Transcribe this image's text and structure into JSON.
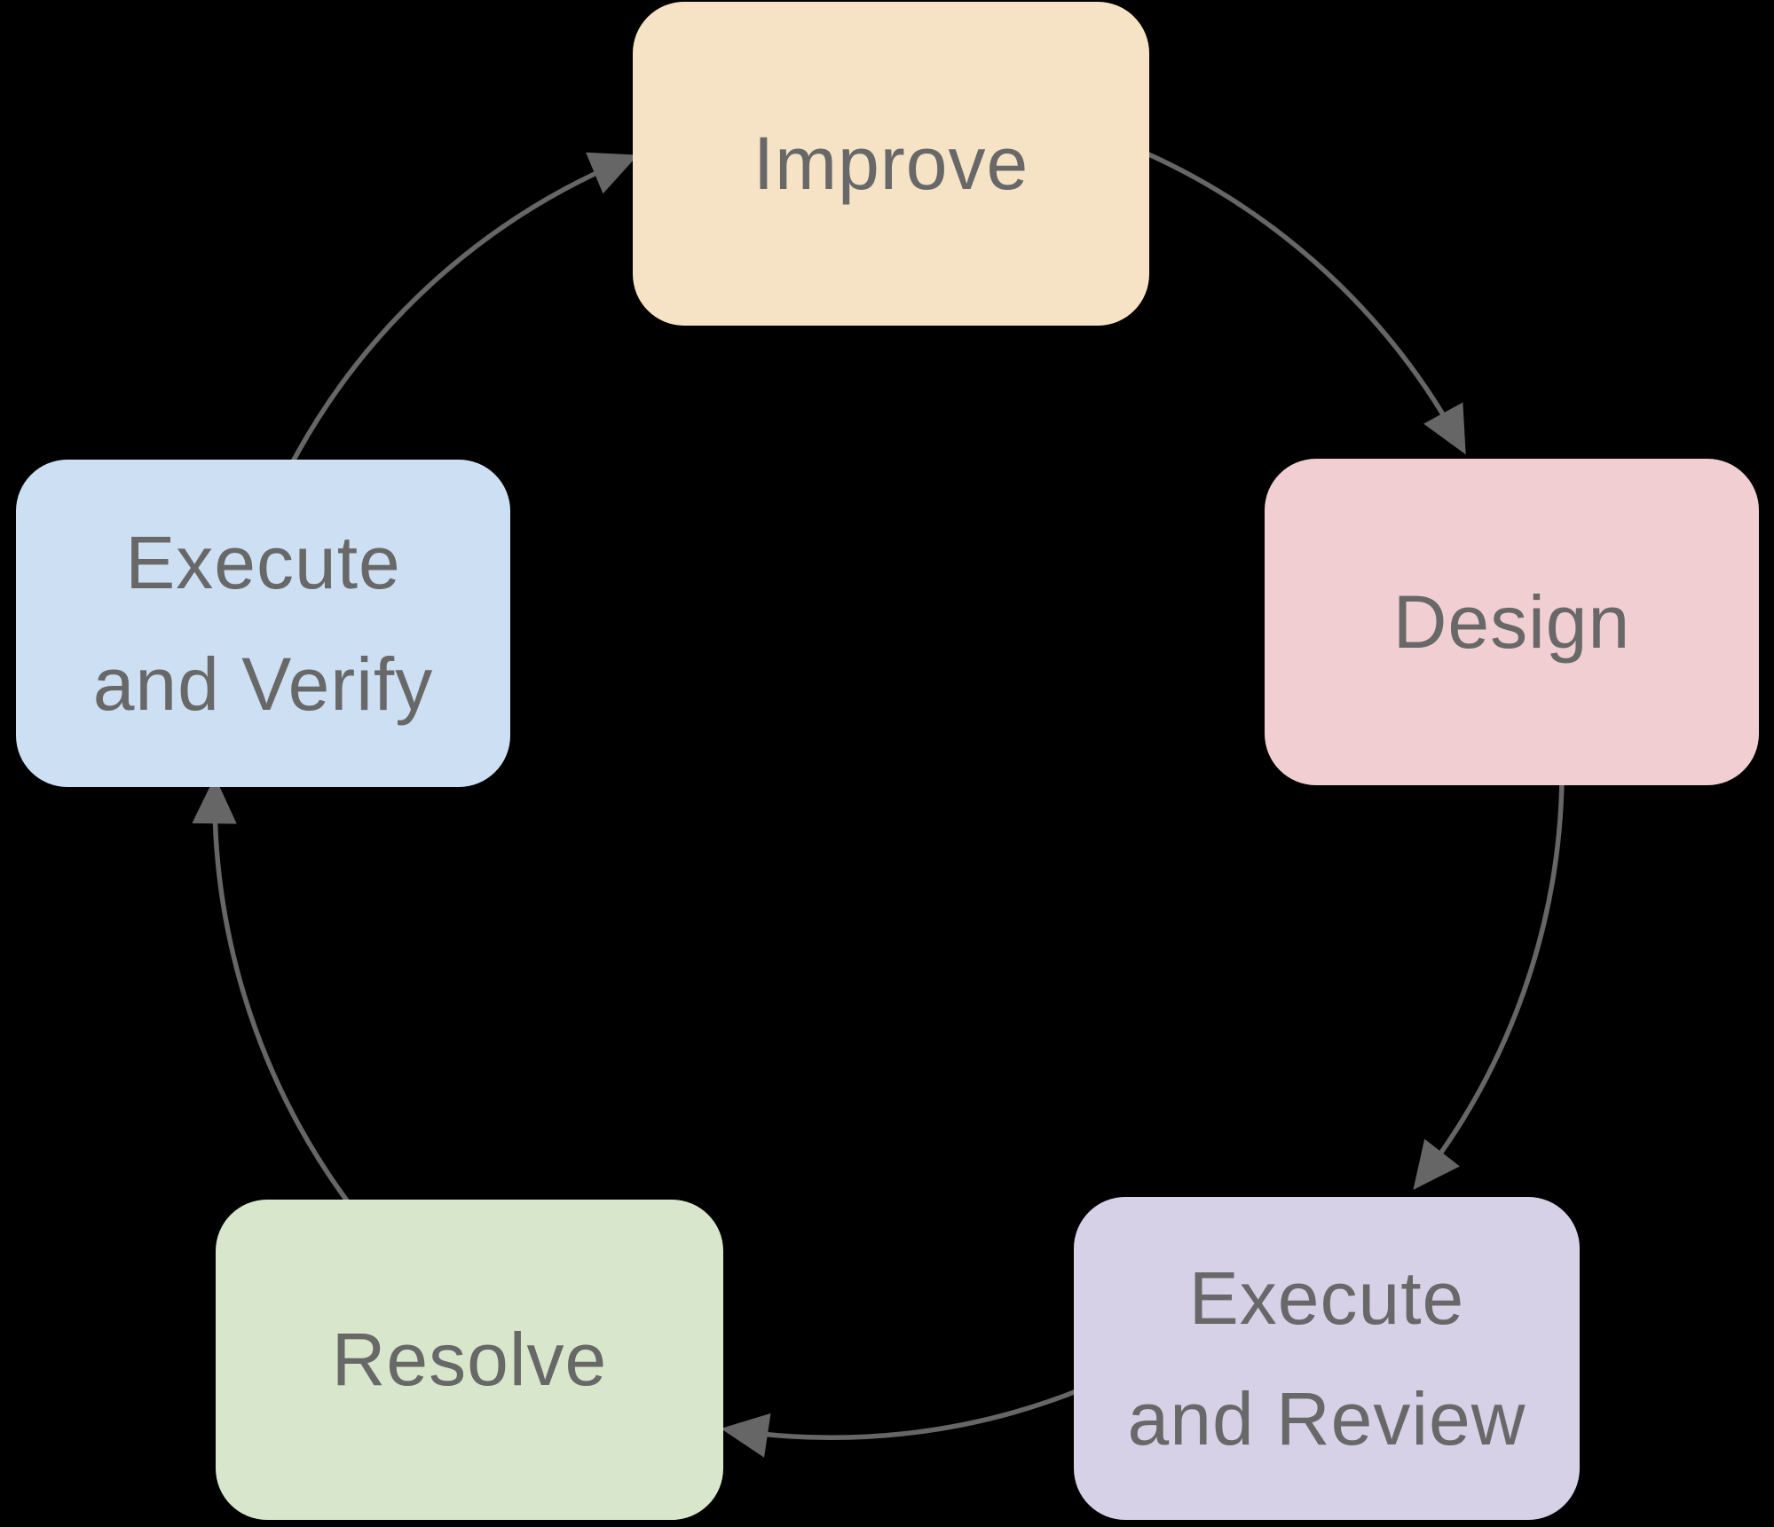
{
  "diagram": {
    "type": "cycle",
    "background_color": "#000000",
    "arrow_color": "#666666",
    "label_color": "#686868",
    "nodes": [
      {
        "id": "improve",
        "label": "Improve",
        "fill": "#F6E3C5"
      },
      {
        "id": "design",
        "label": "Design",
        "fill": "#F1CED1"
      },
      {
        "id": "execute-and-review",
        "label": "Execute\nand Review",
        "fill": "#D7D1E7"
      },
      {
        "id": "resolve",
        "label": "Resolve",
        "fill": "#D8E7CB"
      },
      {
        "id": "execute-and-verify",
        "label": "Execute\nand Verify",
        "fill": "#CCDFF3"
      }
    ],
    "edges": [
      {
        "from": "Improve",
        "to": "Design"
      },
      {
        "from": "Design",
        "to": "Execute and Review"
      },
      {
        "from": "Execute and Review",
        "to": "Resolve"
      },
      {
        "from": "Resolve",
        "to": "Execute and Verify"
      },
      {
        "from": "Execute and Verify",
        "to": "Improve"
      }
    ]
  }
}
